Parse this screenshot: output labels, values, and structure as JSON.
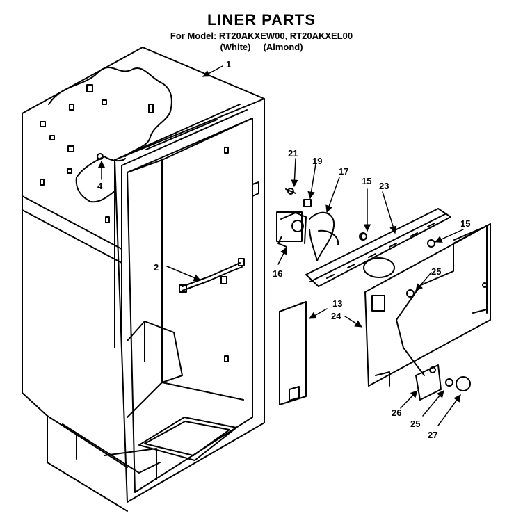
{
  "header": {
    "title": "LINER PARTS",
    "model_line": "For Model: RT20AKXEW00, RT20AKXEL00",
    "variant_white": "(White)",
    "variant_almond": "(Almond)"
  },
  "callouts": [
    {
      "id": "c1",
      "label": "1"
    },
    {
      "id": "c2",
      "label": "2"
    },
    {
      "id": "c4",
      "label": "4"
    },
    {
      "id": "c13",
      "label": "13"
    },
    {
      "id": "c15a",
      "label": "15"
    },
    {
      "id": "c15b",
      "label": "15"
    },
    {
      "id": "c16",
      "label": "16"
    },
    {
      "id": "c17",
      "label": "17"
    },
    {
      "id": "c19",
      "label": "19"
    },
    {
      "id": "c21",
      "label": "21"
    },
    {
      "id": "c23",
      "label": "23"
    },
    {
      "id": "c24",
      "label": "24"
    },
    {
      "id": "c25a",
      "label": "25"
    },
    {
      "id": "c25b",
      "label": "25"
    },
    {
      "id": "c26",
      "label": "26"
    },
    {
      "id": "c27",
      "label": "27"
    }
  ]
}
